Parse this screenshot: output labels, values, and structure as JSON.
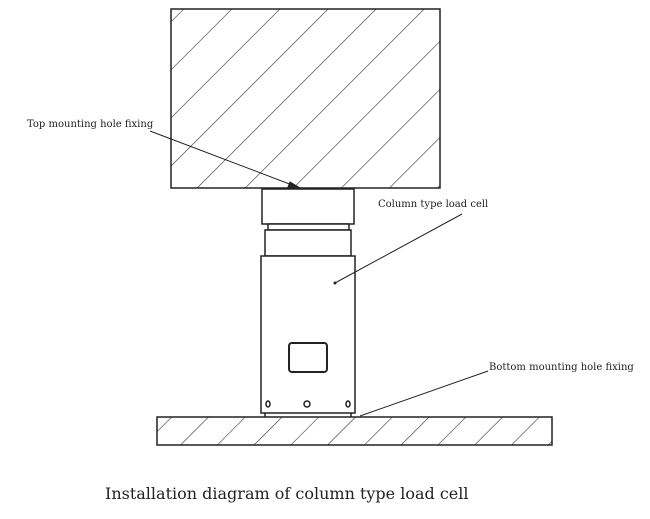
{
  "labels": {
    "top": "Top mounting hole fixing",
    "cell": "Column type load cell",
    "bottom": "Bottom mounting hole fixing"
  },
  "caption": "Installation diagram of column type load cell",
  "colors": {
    "line": "#222222",
    "background": "#ffffff"
  }
}
